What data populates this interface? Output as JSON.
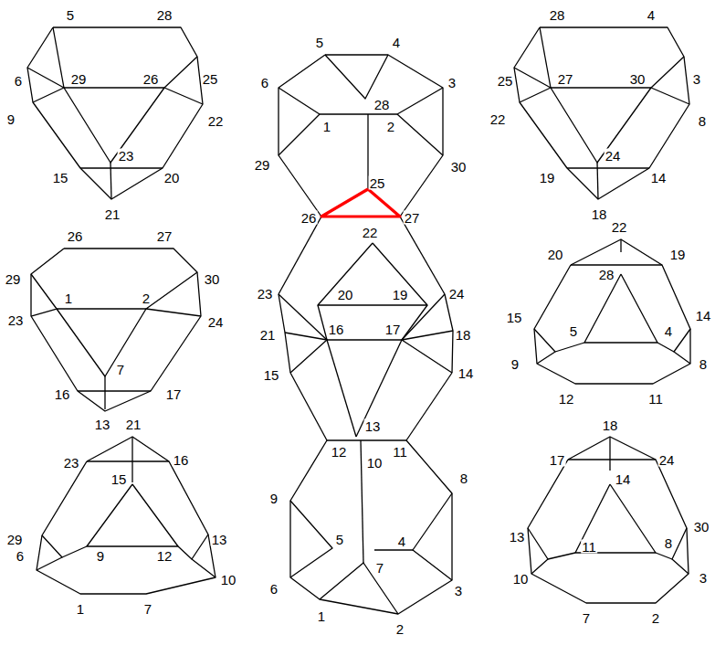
{
  "diagram": {
    "labels": [
      "5",
      "28",
      "6",
      "25",
      "29",
      "26",
      "9",
      "22",
      "23",
      "15",
      "20",
      "21",
      "5",
      "4",
      "6",
      "3",
      "28",
      "1",
      "2",
      "29",
      "30",
      "25",
      "26",
      "27",
      "22",
      "23",
      "20",
      "19",
      "24",
      "16",
      "17",
      "21",
      "18",
      "15",
      "14",
      "13",
      "12",
      "11",
      "10",
      "9",
      "8",
      "5",
      "4",
      "7",
      "6",
      "3",
      "1",
      "2",
      "28",
      "4",
      "25",
      "3",
      "27",
      "30",
      "22",
      "8",
      "24",
      "19",
      "14",
      "18",
      "26",
      "27",
      "29",
      "30",
      "1",
      "2",
      "23",
      "24",
      "7",
      "16",
      "17",
      "13",
      "22",
      "20",
      "19",
      "28",
      "15",
      "14",
      "5",
      "4",
      "9",
      "8",
      "12",
      "11",
      "21",
      "23",
      "16",
      "15",
      "29",
      "9",
      "12",
      "13",
      "6",
      "10",
      "1",
      "7",
      "18",
      "17",
      "24",
      "14",
      "13",
      "30",
      "11",
      "8",
      "10",
      "3",
      "7",
      "2"
    ]
  }
}
